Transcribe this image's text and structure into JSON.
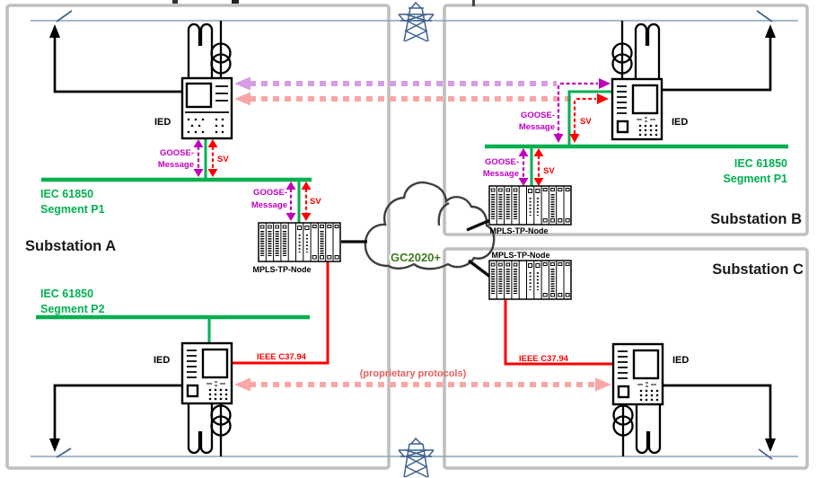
{
  "diagram": {
    "title_context": "Teleprotection / IEC 61850 inter-substation communication diagram",
    "substations": {
      "a": "Substation A",
      "b": "Substation B",
      "c": "Substation C"
    },
    "labels": {
      "ied": "IED",
      "mpls_node": "MPLS-TP-Node",
      "cloud": "GC2020+",
      "iec": "IEC 61850",
      "segment_p1": "Segment P1",
      "segment_p2": "Segment P2",
      "goose1": "GOOSE-",
      "goose2": "Message",
      "sv": "SV",
      "ieee": "IEEE C37.94",
      "proprietary": "(proprietary protocols)"
    },
    "colors": {
      "iec_green": "#00b050",
      "goose_magenta": "#bf00bf",
      "sv_red": "#ff0000",
      "ieee_red": "#ff0000",
      "tunnel_violet_dash": "#d79ce4",
      "tunnel_salmon_dash": "#f8a6a6",
      "proprietary_text": "#e86060",
      "cloud_label_green": "#447821",
      "substation_box_gray": "#bfbfbf",
      "power_line_blue": "#8aa2bd",
      "pylon_blue": "#3d5f8f",
      "device_black": "#000000"
    }
  }
}
